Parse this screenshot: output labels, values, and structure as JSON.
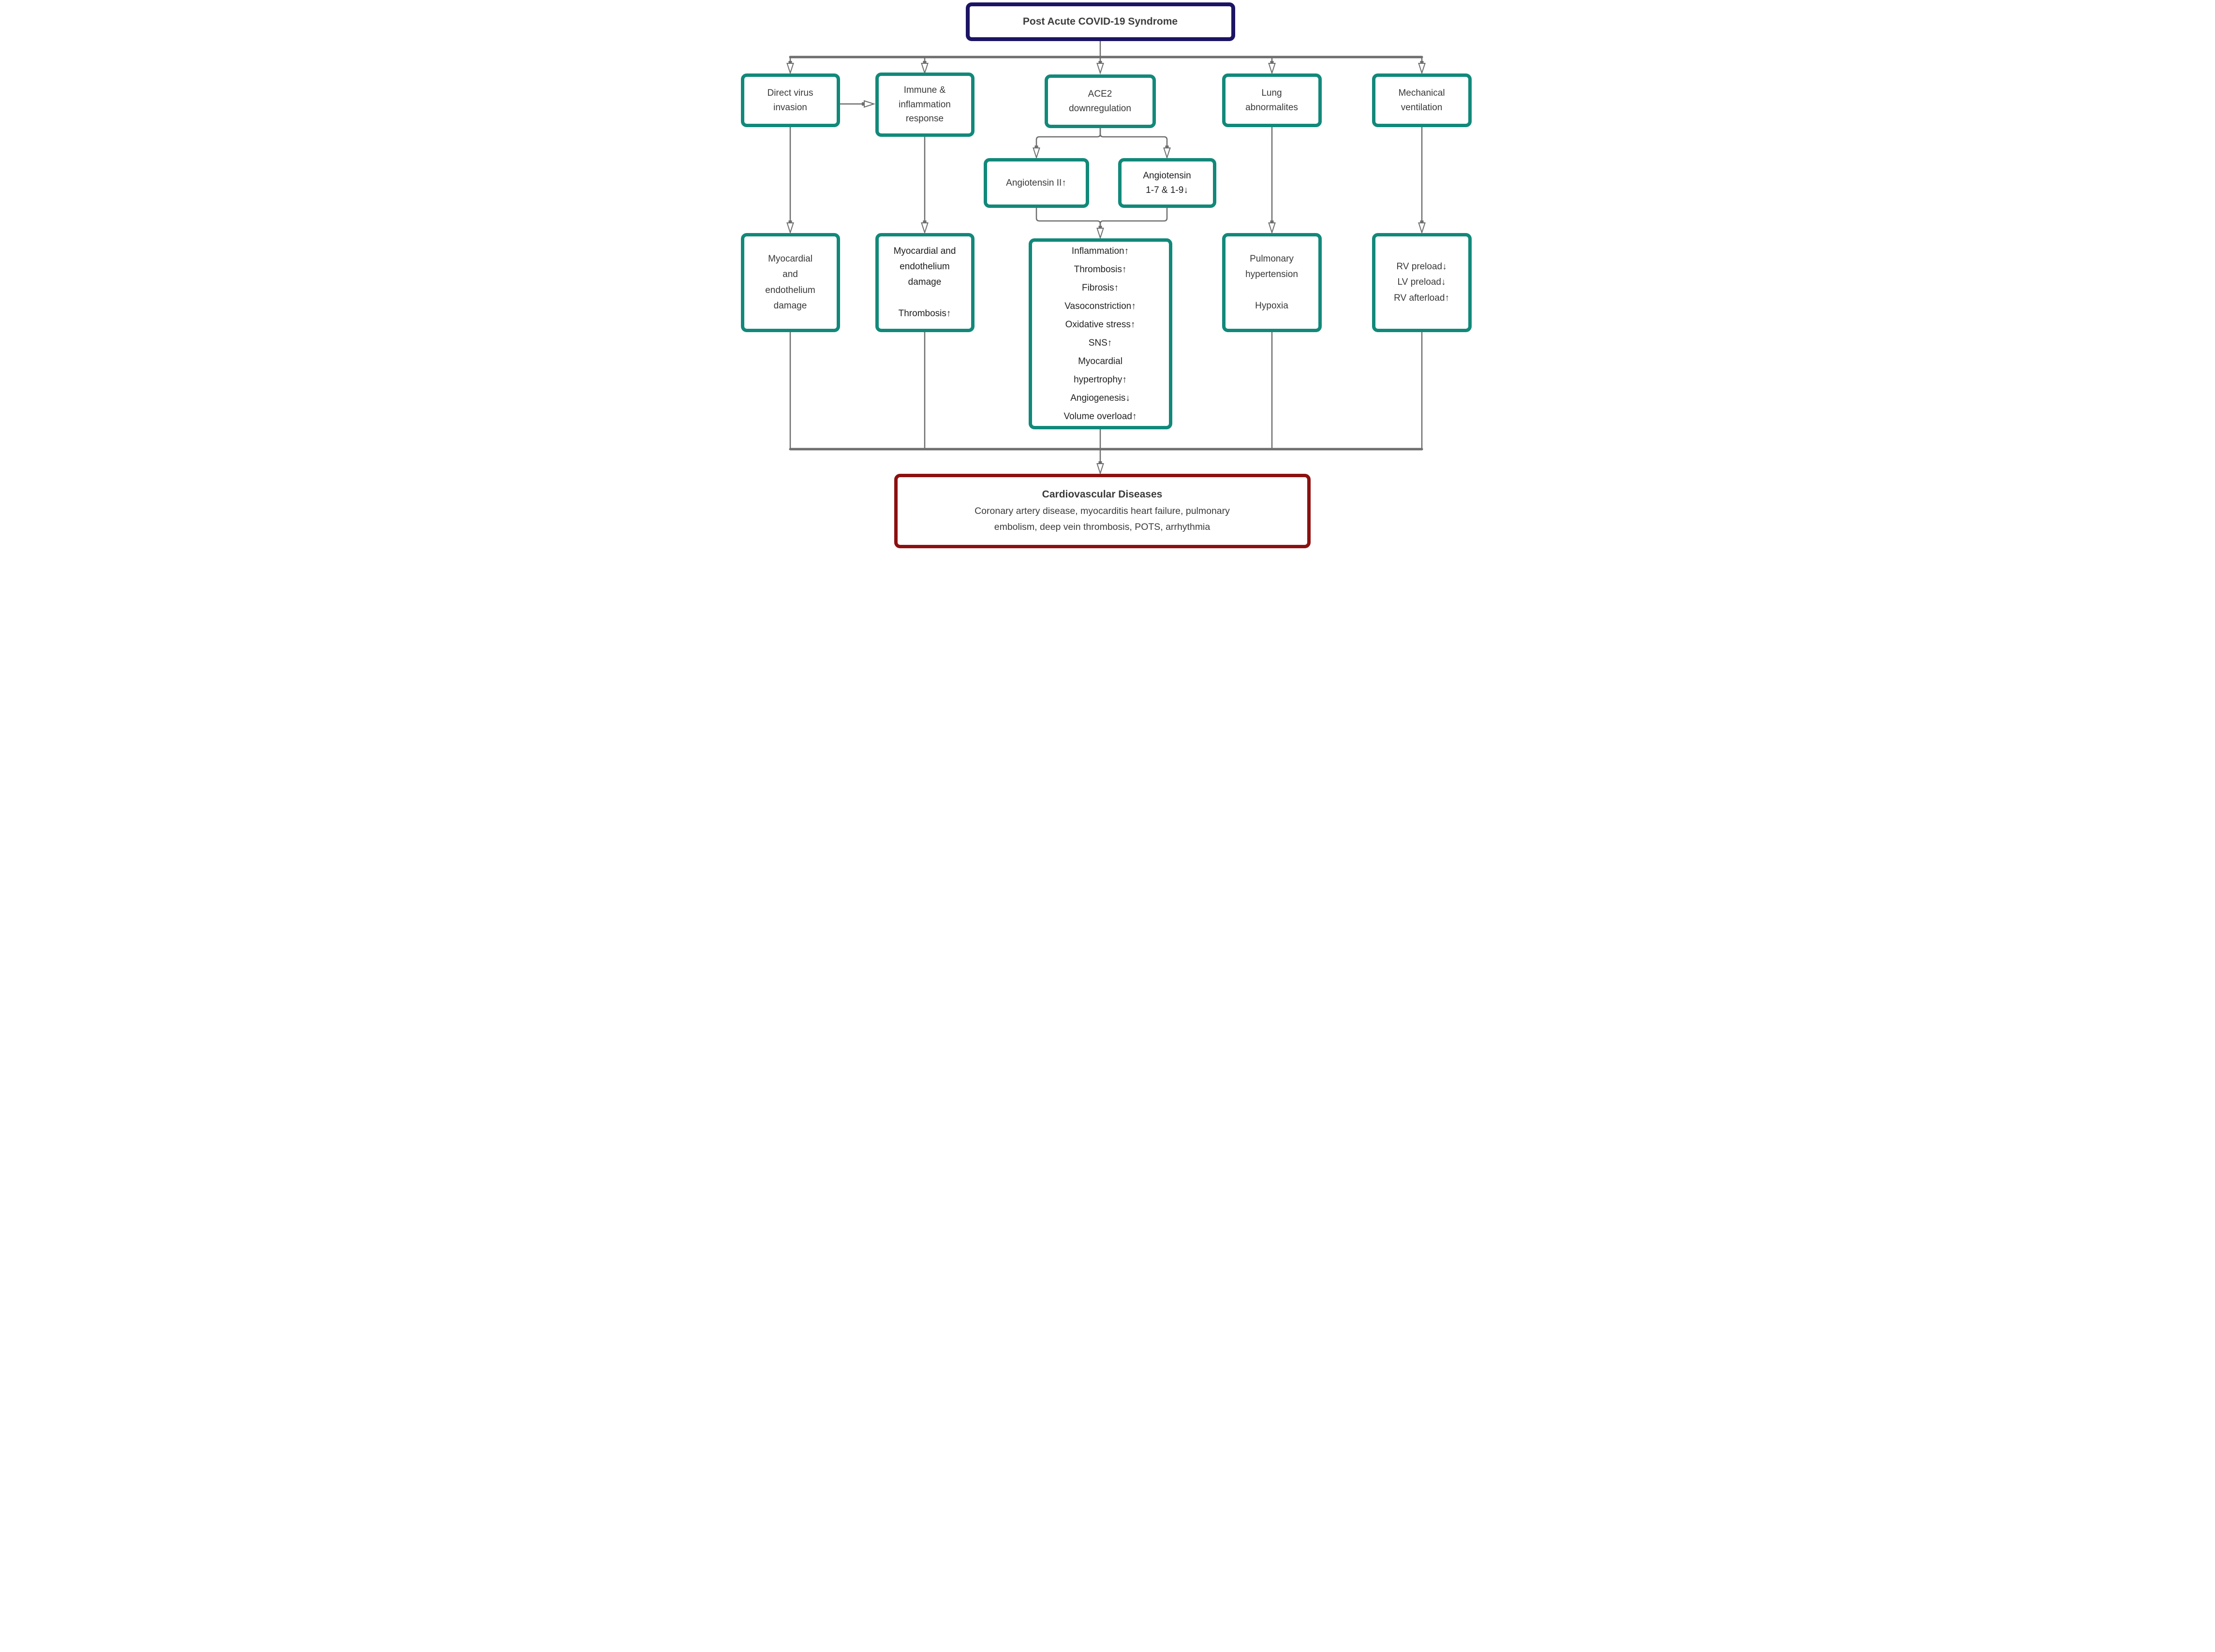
{
  "diagram": {
    "title": "Post Acute COVID-19 Syndrome",
    "nodes": {
      "direct": {
        "label": "Direct virus\ninvasion"
      },
      "immune": {
        "label": "Immune &\ninflammation\nresponse"
      },
      "ace2": {
        "label": "ACE2\ndownregulation"
      },
      "lung": {
        "label": "Lung\nabnormalites"
      },
      "mech": {
        "label": "Mechanical\nventilation"
      },
      "angII": {
        "label": "Angiotensin II↑"
      },
      "ang1719": {
        "label": "Angiotensin\n1-7 & 1-9↓"
      },
      "myo1": {
        "label": "Myocardial\nand\nendothelium\ndamage"
      },
      "myo2": {
        "label": "Myocardial and\nendothelium\ndamage\n\nThrombosis↑"
      },
      "central": {
        "label": "Inflammation↑\nThrombosis↑\nFibrosis↑\nVasoconstriction↑\nOxidative stress↑\nSNS↑\nMyocardial\nhypertrophy↑\nAngiogenesis↓\nVolume overload↑"
      },
      "pulm": {
        "label": "Pulmonary\nhypertension\n\nHypoxia"
      },
      "rv": {
        "label": "RV preload↓\nLV preload↓\nRV afterload↑"
      }
    },
    "outcome": {
      "title": "Cardiovascular Diseases",
      "description": "Coronary artery disease, myocarditis heart failure, pulmonary\nembolism, deep vein thrombosis, POTS, arrhythmia"
    },
    "colors": {
      "node_border": "#11897a",
      "title_border": "#1b1464",
      "outcome_border": "#8b100f",
      "connector": "#6e6e6e",
      "text": "#383838"
    }
  }
}
